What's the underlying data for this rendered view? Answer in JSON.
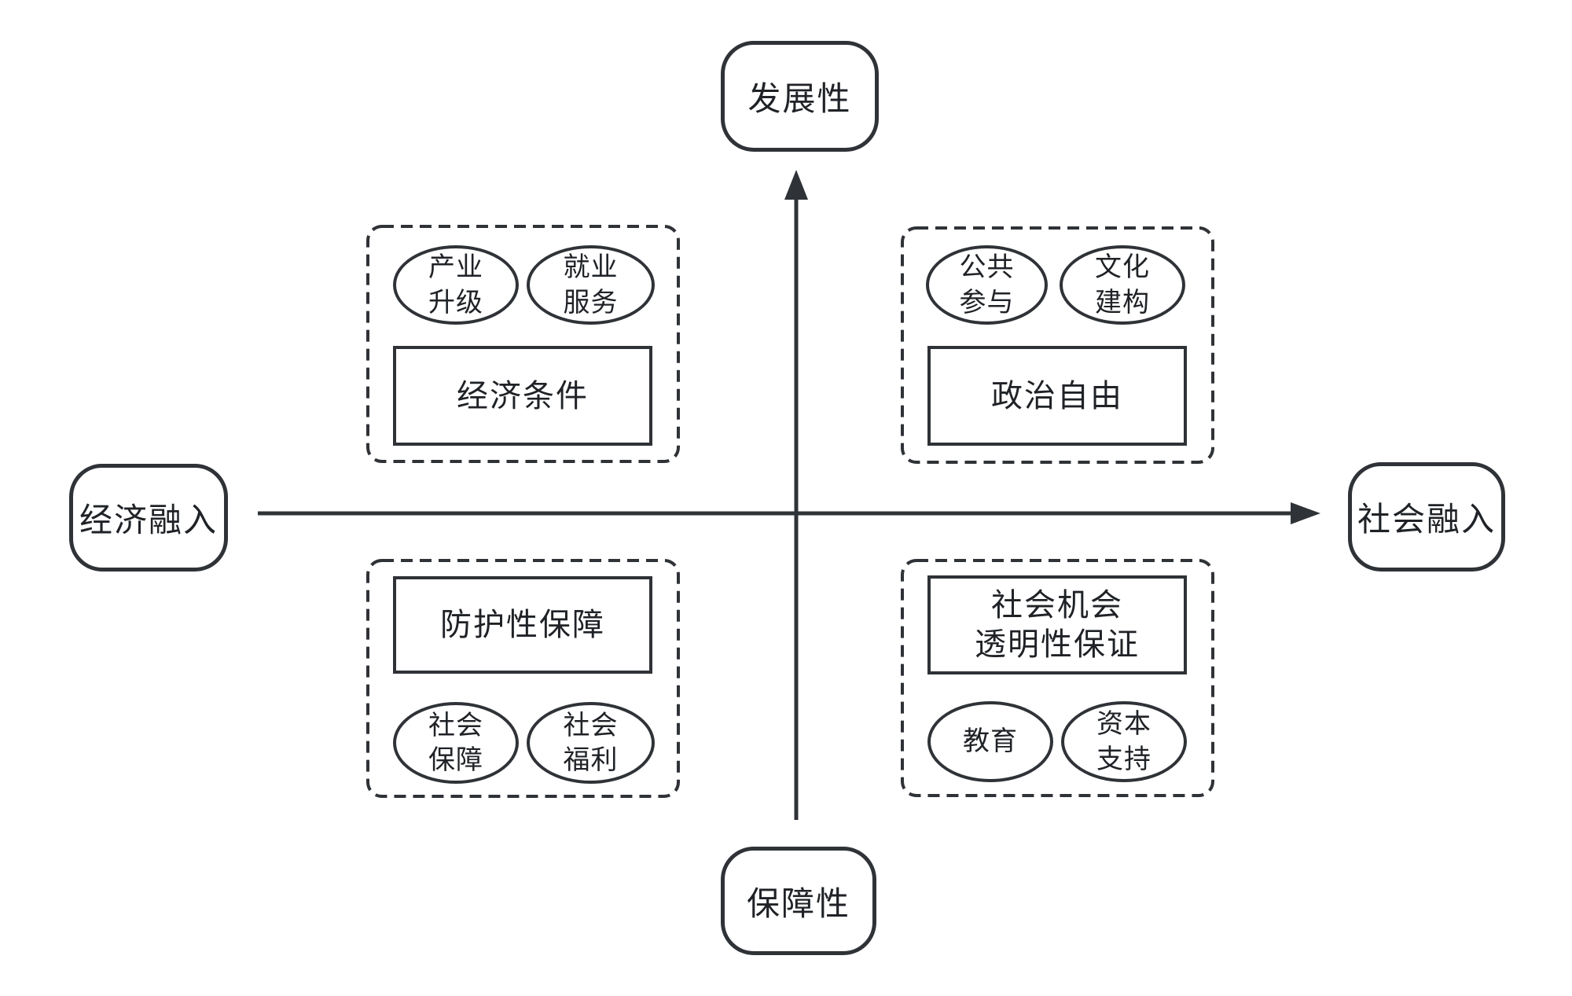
{
  "diagram": {
    "colors": {
      "stroke": "#2f3237",
      "text": "#1f2226",
      "background": "#ffffff"
    },
    "axis": {
      "top": "发展性",
      "bottom": "保障性",
      "left": "经济融入",
      "right": "社会融入"
    },
    "quadrants": {
      "top_left": {
        "ellipse1": "产业\n升级",
        "ellipse2": "就业\n服务",
        "box": "经济条件"
      },
      "top_right": {
        "ellipse1": "公共\n参与",
        "ellipse2": "文化\n建构",
        "box": "政治自由"
      },
      "bottom_left": {
        "box": "防护性保障",
        "ellipse1": "社会\n保障",
        "ellipse2": "社会\n福利"
      },
      "bottom_right": {
        "box": "社会机会\n透明性保证",
        "ellipse1": "教育",
        "ellipse2": "资本\n支持"
      }
    }
  }
}
